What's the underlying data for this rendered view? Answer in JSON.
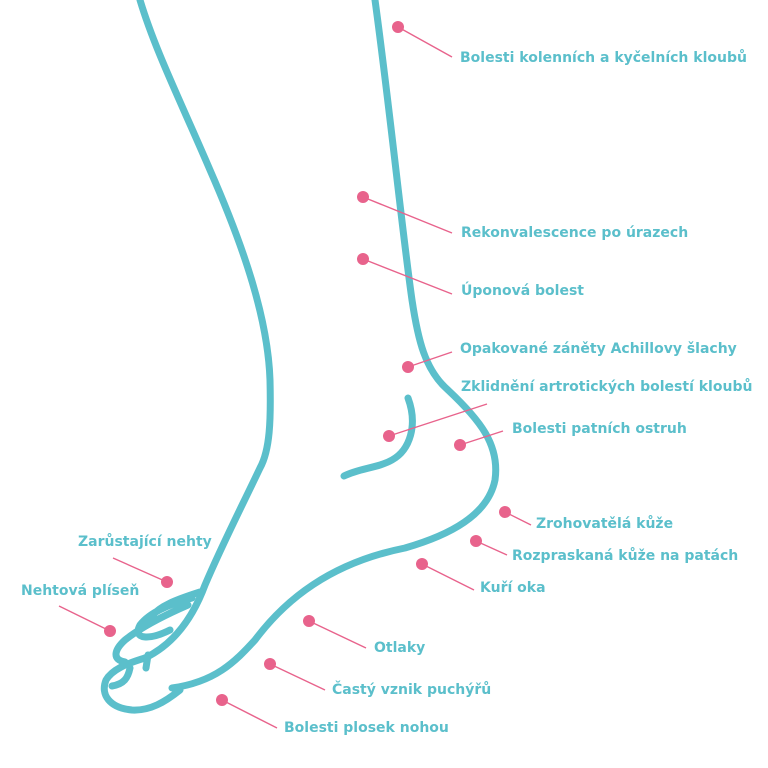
{
  "colors": {
    "outline": "#5bbfcb",
    "label": "#5bbfcb",
    "marker": "#e8638c",
    "leader": "#e8638c"
  },
  "annotations": [
    {
      "id": "knee-hip",
      "text": "Bolesti kolenních a kyčelních kloubů"
    },
    {
      "id": "convalescence",
      "text": "Rekonvalescence po úrazech"
    },
    {
      "id": "tendon-pain",
      "text": "Úponová bolest"
    },
    {
      "id": "achilles",
      "text": "Opakované záněty Achillovy šlachy"
    },
    {
      "id": "arthritis",
      "text": "Zklidnění artrotických bolestí kloubů"
    },
    {
      "id": "heel-spur",
      "text": "Bolesti patních ostruh"
    },
    {
      "id": "calloused-skin",
      "text": "Zrohovatělá kůže"
    },
    {
      "id": "cracked-heels",
      "text": "Rozpraskaná kůže na patách"
    },
    {
      "id": "corns",
      "text": "Kuří oka"
    },
    {
      "id": "pressure-sores",
      "text": "Otlaky"
    },
    {
      "id": "blisters",
      "text": "Častý vznik puchýřů"
    },
    {
      "id": "sole-pain",
      "text": "Bolesti plosek nohou"
    },
    {
      "id": "ingrown-nails",
      "text": "Zarůstající nehty"
    },
    {
      "id": "nail-fungus",
      "text": "Nehtová plíseň"
    }
  ]
}
